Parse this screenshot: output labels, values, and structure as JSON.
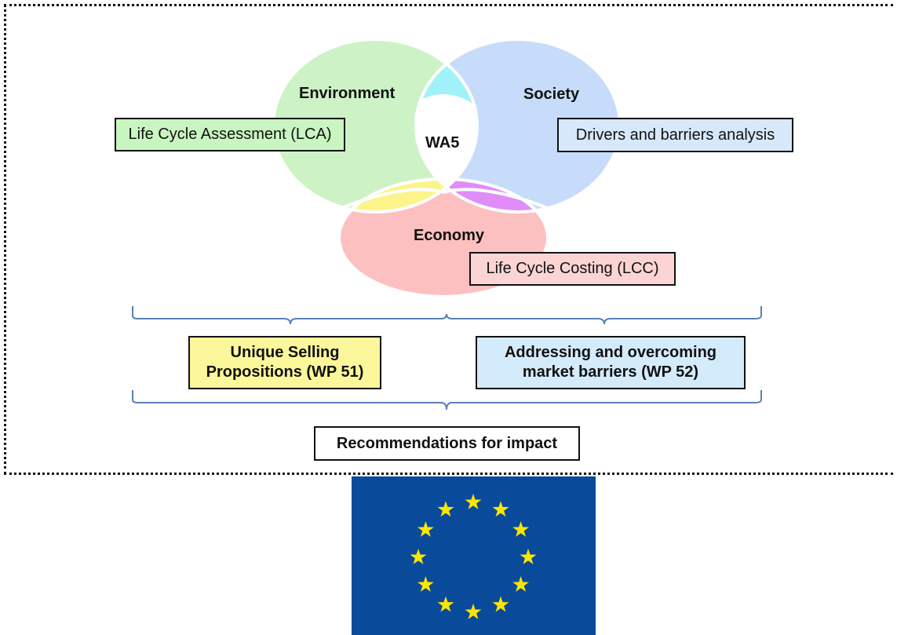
{
  "venn": {
    "environment": "Environment",
    "society": "Society",
    "economy": "Economy",
    "center": "WA5"
  },
  "methods": {
    "lca": "Life Cycle Assessment (LCA)",
    "drivers": "Drivers and barriers analysis",
    "lcc": "Life Cycle Costing (LCC)"
  },
  "outputs": {
    "usp_line1": "Unique Selling",
    "usp_line2": "Propositions (WP 51)",
    "barriers_line1": "Addressing and overcoming",
    "barriers_line2": "market barriers (WP 52)"
  },
  "final": "Recommendations for impact",
  "colors": {
    "environment": "#ccf2c6",
    "society": "#c7dcfb",
    "economy": "#fcc0c0",
    "env_soc": "#a0f2f8",
    "env_eco": "#faf48a",
    "soc_eco": "#e08df9",
    "lca_box": "#c9f5c0",
    "drivers_box": "#d8e8fb",
    "lcc_box": "#fcd4d4",
    "usp_box": "#fbf79a",
    "barriers_box": "#d4ebfb",
    "brace": "#5b7fb8",
    "eu_blue": "#0a4a9b",
    "eu_star": "#fce600"
  }
}
